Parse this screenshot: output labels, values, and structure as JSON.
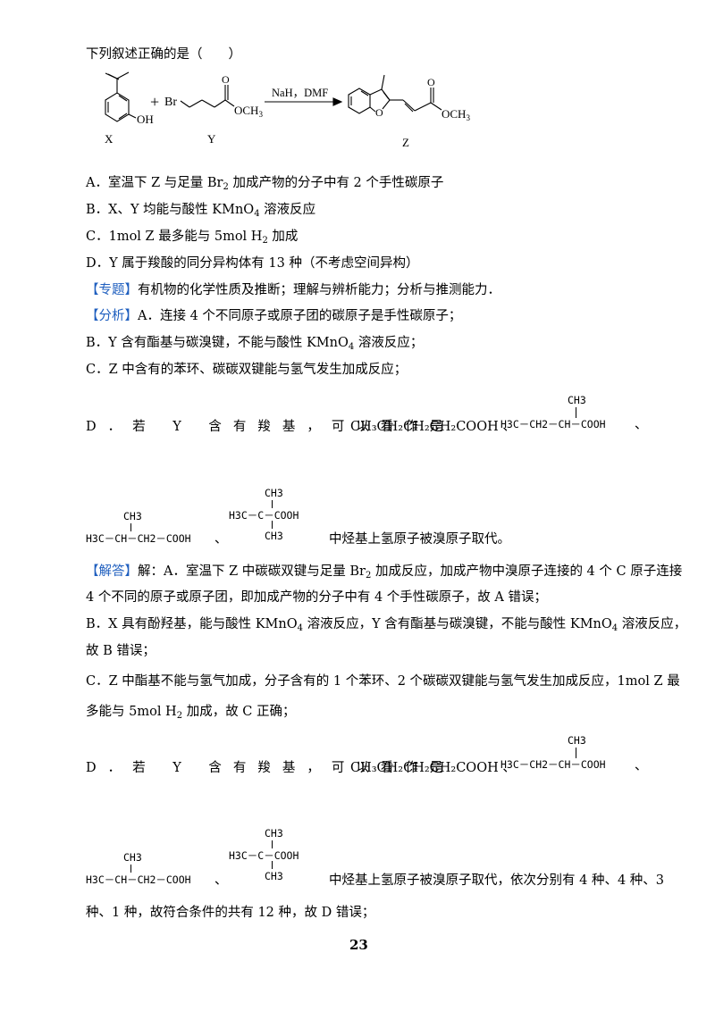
{
  "question": "下列叙述正确的是（　　）",
  "scheme": {
    "reagent": "NaH，DMF",
    "label_x": "X",
    "label_y": "Y",
    "label_z": "Z",
    "plus": "+",
    "br": "Br",
    "oh": "OH",
    "och3": "OCH",
    "och3_sub": "3",
    "o": "O"
  },
  "options": {
    "a_pre": "A．室温下 Z 与足量 Br",
    "a_sub": "2",
    "a_post": " 加成产物的分子中有 2 个手性碳原子",
    "b_pre": "B．X、Y 均能与酸性 KMnO",
    "b_sub": "4",
    "b_post": " 溶液反应",
    "c_pre": "C．1mol Z 最多能与 5mol H",
    "c_sub": "2",
    "c_post": " 加成",
    "d": "D．Y 属于羧酸的同分异构体有 13 种（不考虑空间异构）"
  },
  "topic": {
    "tag": "【专题】",
    "text": "有机物的化学性质及推断；理解与辨析能力；分析与推测能力．"
  },
  "analysis": {
    "tag": "【分析】",
    "a": "A．连接 4 个不同原子或原子团的碳原子是手性碳原子；",
    "b_pre": "B．Y 含有酯基与碳溴键，不能与酸性 KMnO",
    "b_sub": "4",
    "b_post": " 溶液反应；",
    "c": "C．Z 中含有的苯环、碳碳双键能与氢气发生加成反应；",
    "d_pre": "D．若 Y 含有羧基，可以看作是",
    "d_formula": "CH₃CH₂CH₂CH₂COOH",
    "sep": "、",
    "tail": "中烃基上氢原子被溴原子取代。"
  },
  "answer": {
    "tag": "【解答】",
    "a1_pre": "解：A．室温下 Z 中碳碳双键与足量 Br",
    "a1_sub": "2",
    "a1_post": " 加成反应，加成产物中溴原子连接的 4 个 C 原子连接",
    "a2": "4 个不同的原子或原子团，即加成产物的分子中有 4 个手性碳原子，故 A 错误；",
    "b1_pre": "B．X 具有酚羟基，能与酸性 KMnO",
    "b1_sub": "4",
    "b1_post": " 溶液反应，Y 含有酯基与碳溴键，不能与酸性 KMnO",
    "b1_sub2": "4",
    "b1_post2": " 溶液反应，",
    "b2": "故 B 错误；",
    "c1_pre": "C．Z 中酯基不能与氢气加成，分子含有的 1 个苯环、2 个碳碳双键能与氢气发生加成反应，1mol Z 最",
    "c2_pre": "多能与 5mol H",
    "c2_sub": "2",
    "c2_post": " 加成，故 C 正确；",
    "d_pre": "D．若 Y 含有羧基，可以看作是",
    "tail1": "中烃基上氢原子被溴原子取代，依次分别有 4 种、4 种、3",
    "tail2": "种、1 种，故符合条件的共有 12 种，故 D 错误；"
  },
  "structures": {
    "ch3": "CH3",
    "s1_main": "H3C－CH2－CH－COOH",
    "s2_main": "H3C－CH－CH2－COOH",
    "s3_left": "H3C－C－COOH"
  },
  "page_number": "23"
}
